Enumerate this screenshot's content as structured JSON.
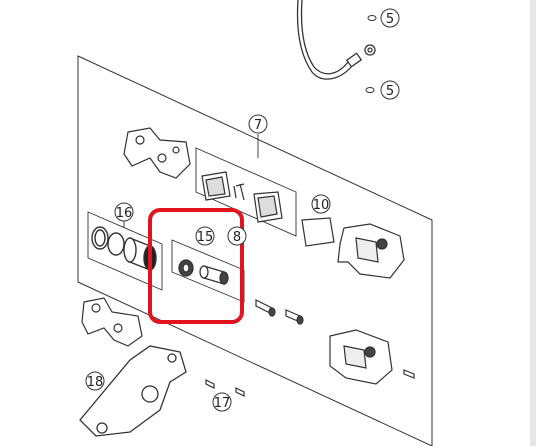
{
  "diagram": {
    "callouts": [
      {
        "id": "c5a",
        "label": "5"
      },
      {
        "id": "c5b",
        "label": "5"
      },
      {
        "id": "c7",
        "label": "7"
      },
      {
        "id": "c16",
        "label": "16"
      },
      {
        "id": "c15",
        "label": "15"
      },
      {
        "id": "c8",
        "label": "8"
      },
      {
        "id": "c10",
        "label": "10"
      },
      {
        "id": "c18",
        "label": "18"
      },
      {
        "id": "c17",
        "label": "17"
      }
    ],
    "highlight_color": "#e0141e",
    "line_color": "#333333"
  }
}
